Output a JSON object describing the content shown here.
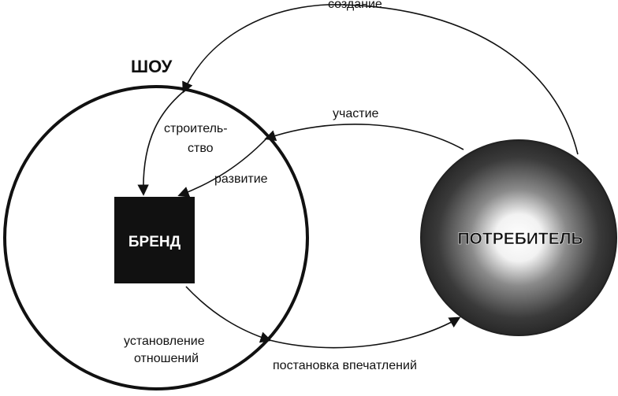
{
  "show_label": "ШОУ",
  "brand_label": "БРЕНД",
  "consumer_label": "ПОТРЕБИТЕЛЬ",
  "arrows": {
    "creation": "создание",
    "participation": "участие",
    "building_line1": "строитель-",
    "building_line2": "ство",
    "development": "развитие",
    "relationship_line1": "установление",
    "relationship_line2": "отношений",
    "staging": "постановка впечатлений"
  },
  "colors": {
    "ink": "#111111",
    "brand_fill": "#111111",
    "consumer_dark": "#2a2a2a",
    "consumer_light": "#ffffff"
  }
}
